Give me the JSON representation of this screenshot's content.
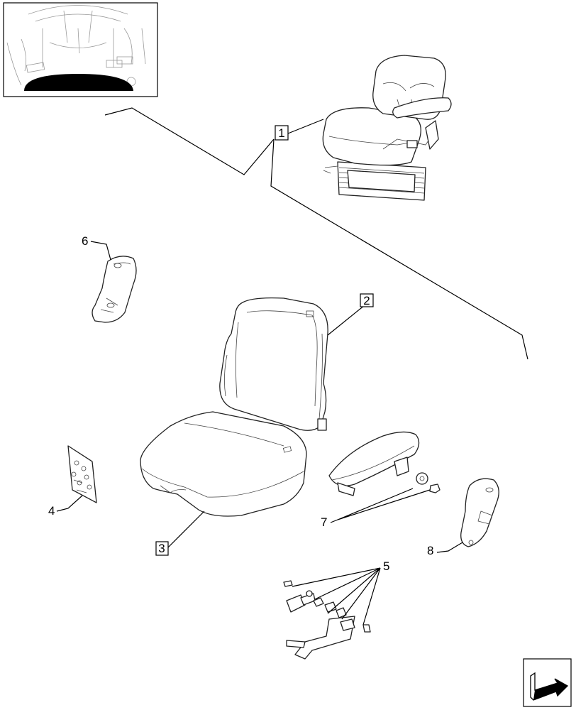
{
  "callouts": {
    "c1": "1",
    "c2": "2",
    "c3": "3",
    "c4": "4",
    "c5": "5",
    "c6": "6",
    "c7": "7",
    "c8": "8"
  },
  "icons": {
    "thumbnail": "tractor-cab-pedals-thumbnail",
    "nav": "next-page-arrow-icon"
  }
}
